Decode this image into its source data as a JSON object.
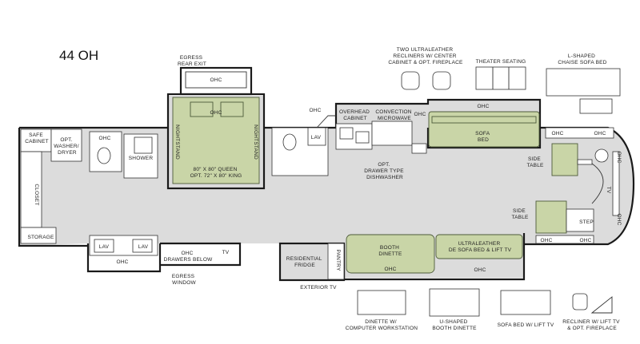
{
  "model": "44 OH",
  "colors": {
    "floor": "#dcdcdc",
    "accent_green": "#c9d5a7",
    "wall": "#1a1a1a"
  },
  "rooms": {
    "egress_rear_exit": [
      "EGRESS",
      "REAR EXIT"
    ],
    "ohc": "OHC",
    "safe_cabinet": [
      "SAFE",
      "CABINET"
    ],
    "washer_dryer": [
      "OPT.",
      "WASHER/",
      "DRYER"
    ],
    "closet": "CLOSET",
    "storage": "STORAGE",
    "shower": "SHOWER",
    "nightstand": "NIGHTSTAND",
    "bed": [
      "80\" X 80\" QUEEN",
      "OPT. 72\" X 80\" KING"
    ],
    "lav": "LAV",
    "overhead_cabinet": [
      "OVERHEAD",
      "CABINET"
    ],
    "convection_microwave": [
      "CONVECTION",
      "MICROWAVE"
    ],
    "dishwasher": [
      "OPT.",
      "DRAWER TYPE",
      "DISHWASHER"
    ],
    "sofa_bed": [
      "SOFA",
      "BED"
    ],
    "side_table": [
      "SIDE",
      "TABLE"
    ],
    "step": "STEP",
    "tv": "TV",
    "ohc_drawers": [
      "OHC",
      "DRAWERS BELOW"
    ],
    "egress_window": [
      "EGRESS",
      "WINDOW"
    ],
    "residential_fridge": [
      "RESIDENTIAL",
      "FRIDGE"
    ],
    "pantry": "PANTRY",
    "exterior_tv": "EXTERIOR TV",
    "booth_dinette": [
      "BOOTH",
      "DINETTE"
    ],
    "ultraleather_sofa": [
      "ULTRALEATHER",
      "DE SOFA BED & LIFT TV"
    ]
  },
  "options": {
    "recliners": [
      "TWO ULTRALEATHER",
      "RECLINERS W/ CENTER",
      "CABINET & OPT. FIREPLACE"
    ],
    "theater": "THEATER SEATING",
    "chaise": [
      "L-SHAPED",
      "CHAISE SOFA BED"
    ],
    "dinette_workstation": [
      "DINETTE W/",
      "COMPUTER WORKSTATION"
    ],
    "u_dinette": [
      "U-SHAPED",
      "BOOTH DINETTE"
    ],
    "sofa_lift": "SOFA BED W/ LIFT TV",
    "recliner_lift": [
      "RECLINER W/ LIFT TV",
      "& OPT. FIREPLACE"
    ]
  }
}
